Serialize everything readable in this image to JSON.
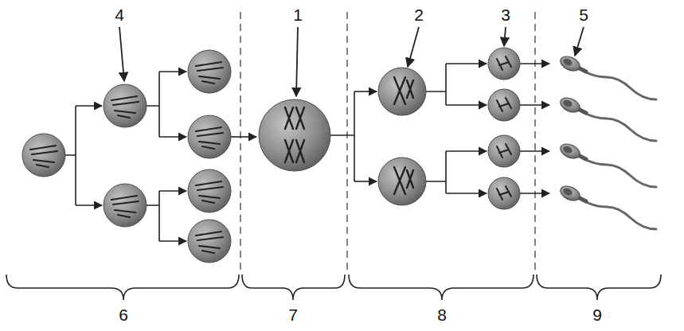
{
  "diagram": {
    "labels": [
      "4",
      "1",
      "2",
      "3",
      "5",
      "6",
      "7",
      "8",
      "9"
    ]
  }
}
